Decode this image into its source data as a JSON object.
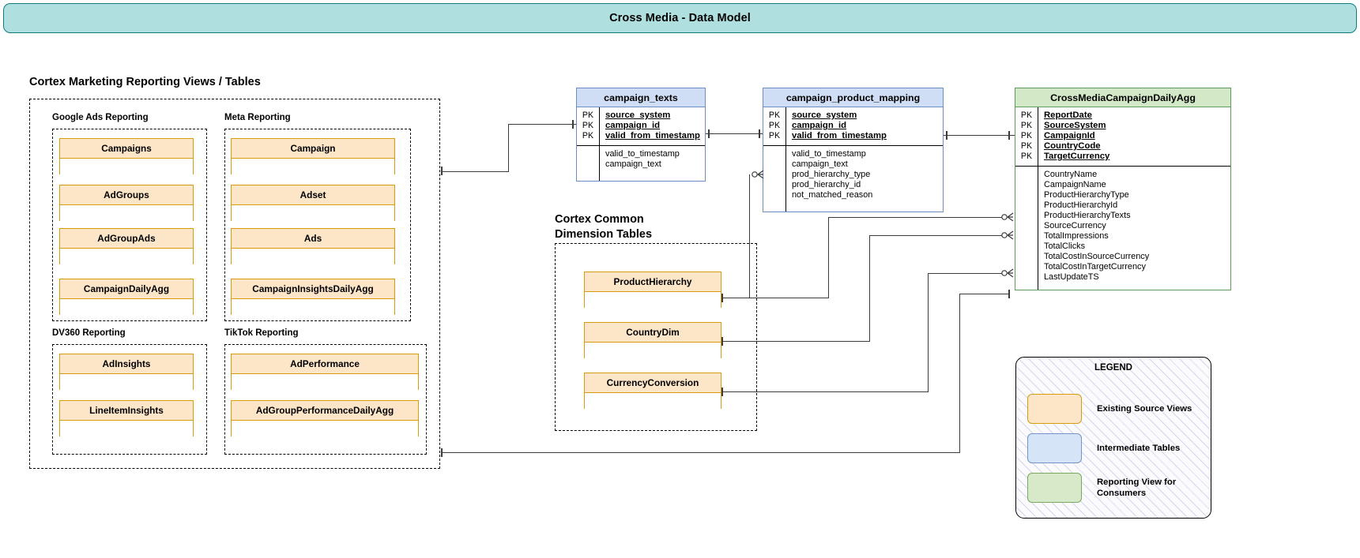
{
  "title": {
    "text": "Cross Media - Data Model"
  },
  "sections": {
    "marketing_reporting": {
      "caption": "Cortex Marketing Reporting Views / Tables",
      "groups": [
        {
          "name": "Google Ads Reporting",
          "tables": [
            "Campaigns",
            "AdGroups",
            "AdGroupAds",
            "CampaignDailyAgg"
          ]
        },
        {
          "name": "Meta Reporting",
          "tables": [
            "Campaign",
            "Adset",
            "Ads",
            "CampaignInsightsDailyAgg"
          ]
        },
        {
          "name": "DV360 Reporting",
          "tables": [
            "AdInsights",
            "LineItemInsights"
          ]
        },
        {
          "name": "TikTok Reporting",
          "tables": [
            "AdPerformance",
            "AdGroupPerformanceDailyAgg"
          ]
        }
      ]
    },
    "common_dimensions": {
      "caption": "Cortex Common\nDimension Tables",
      "tables": [
        "ProductHierarchy",
        "CountryDim",
        "CurrencyConversion"
      ]
    }
  },
  "entities": [
    {
      "name": "campaign_texts",
      "style": "intermediate",
      "keys": [
        {
          "marker": "PK",
          "field": "source_system"
        },
        {
          "marker": "PK",
          "field": "campaign_id"
        },
        {
          "marker": "PK",
          "field": "valid_from_timestamp"
        }
      ],
      "attributes": [
        "valid_to_timestamp",
        "campaign_text"
      ]
    },
    {
      "name": "campaign_product_mapping",
      "style": "intermediate",
      "keys": [
        {
          "marker": "PK",
          "field": "source_system"
        },
        {
          "marker": "PK",
          "field": "campaign_id"
        },
        {
          "marker": "PK",
          "field": "valid_from_timestamp"
        }
      ],
      "attributes": [
        "valid_to_timestamp",
        "campaign_text",
        "prod_hierarchy_type",
        "prod_hierarchy_id",
        "not_matched_reason"
      ]
    },
    {
      "name": "CrossMediaCampaignDailyAgg",
      "style": "reporting",
      "keys": [
        {
          "marker": "PK",
          "field": "ReportDate"
        },
        {
          "marker": "PK",
          "field": "SourceSystem"
        },
        {
          "marker": "PK",
          "field": "CampaignId"
        },
        {
          "marker": "PK",
          "field": "CountryCode"
        },
        {
          "marker": "PK",
          "field": "TargetCurrency"
        }
      ],
      "attributes": [
        "CountryName",
        "CampaignName",
        "ProductHierarchyType",
        "ProductHierarchyId",
        "ProductHierarchyTexts",
        "SourceCurrency",
        "TotalImpressions",
        "TotalClicks",
        "TotalCostInSourceCurrency",
        "TotalCostInTargetCurrency",
        "LastUpdateTS"
      ]
    }
  ],
  "legend": {
    "title": "LEGEND",
    "items": [
      {
        "label": "Existing Source Views",
        "color": "#fde5c8",
        "border": "#d79b10"
      },
      {
        "label": "Intermediate Tables",
        "color": "#d6e4f7",
        "border": "#7394c8"
      },
      {
        "label": "Reporting View for\nConsumers",
        "color": "#d7e9c9",
        "border": "#7aa85f"
      }
    ]
  },
  "colors": {
    "banner_fill": "#b0dfdf",
    "banner_border": "#0e7c80",
    "source_fill": "#fde5c8",
    "intermediate_fill": "#cfdef5",
    "reporting_fill": "#d3e8c6"
  }
}
